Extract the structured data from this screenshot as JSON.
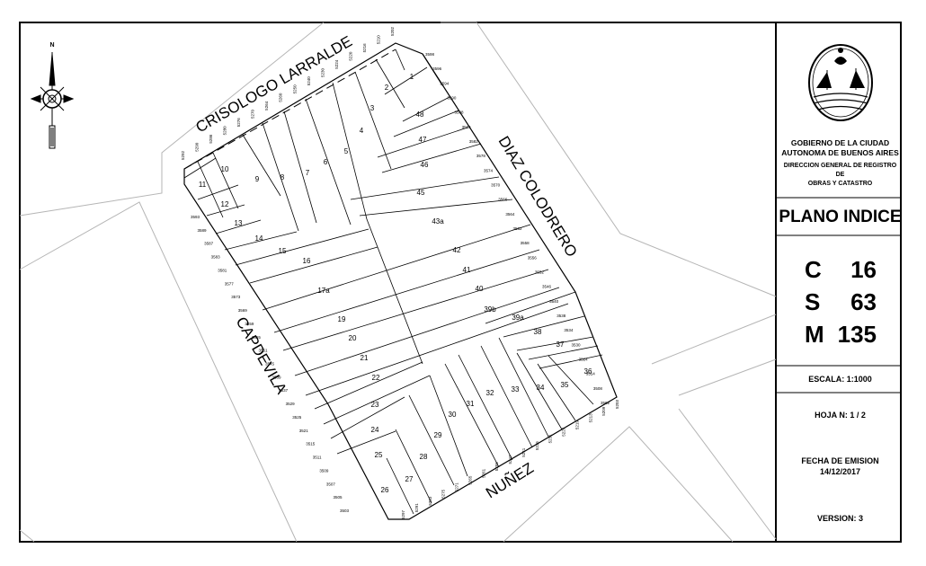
{
  "streets": {
    "north": "CRISOLOGO LARRALDE",
    "east": "DIAZ COLODRERO",
    "south": "NUÑEZ",
    "west": "CAPDEVILA"
  },
  "compass": {
    "north_label": "N"
  },
  "parcels": [
    "1",
    "2",
    "3",
    "4",
    "5",
    "6",
    "7",
    "8",
    "9",
    "10",
    "11",
    "12",
    "13",
    "14",
    "15",
    "16",
    "17a",
    "19",
    "20",
    "21",
    "22",
    "23",
    "24",
    "25",
    "26",
    "27",
    "28",
    "29",
    "30",
    "31",
    "32",
    "33",
    "34",
    "35",
    "36",
    "37",
    "38",
    "39a",
    "39b",
    "40",
    "41",
    "42",
    "43a",
    "45",
    "46",
    "47",
    "48"
  ],
  "door_numbers": {
    "north": [
      "5292",
      "5290",
      "5286",
      "5280",
      "5276",
      "5270",
      "5264",
      "5260",
      "5250",
      "5240",
      "5230",
      "5224",
      "5220",
      "5216",
      "5210",
      "5202"
    ],
    "east": [
      "3598",
      "3596",
      "3594",
      "3590",
      "3588",
      "3586",
      "3582",
      "3578",
      "3574",
      "3570",
      "3566",
      "3564",
      "3562",
      "3558",
      "3556",
      "3552",
      "3546",
      "3540",
      "3538",
      "3534",
      "3530",
      "3524",
      "3514",
      "3508",
      "3502"
    ],
    "south": [
      "5203",
      "5209",
      "5213",
      "5219",
      "5227",
      "5231",
      "5235",
      "5241",
      "5247",
      "5255",
      "5261",
      "5265",
      "5271",
      "5275",
      "5283",
      "5291",
      "5297"
    ],
    "west": [
      "3593",
      "3589",
      "3587",
      "3583",
      "3581",
      "3577",
      "3573",
      "3569",
      "3559",
      "3555",
      "3551",
      "3545",
      "3539",
      "3537",
      "3529",
      "3525",
      "3521",
      "3515",
      "3511",
      "3509",
      "3507",
      "3505",
      "3503"
    ]
  },
  "title_block": {
    "gov_line1": "GOBIERNO DE LA CIUDAD",
    "gov_line2": "AUTONOMA DE BUENOS AIRES",
    "dept_line1": "DIRECCION GENERAL DE REGISTRO DE",
    "dept_line2": "OBRAS Y CATASTRO",
    "plan_title": "PLANO INDICE",
    "c_label": "C",
    "c_value": "16",
    "s_label": "S",
    "s_value": "63",
    "m_label": "M",
    "m_value": "135",
    "scale": "ESCALA:  1:1000",
    "sheet": "HOJA N:   1 / 2",
    "date_label": "FECHA DE EMISION",
    "date_value": "14/12/2017",
    "version": "VERSION: 3"
  }
}
